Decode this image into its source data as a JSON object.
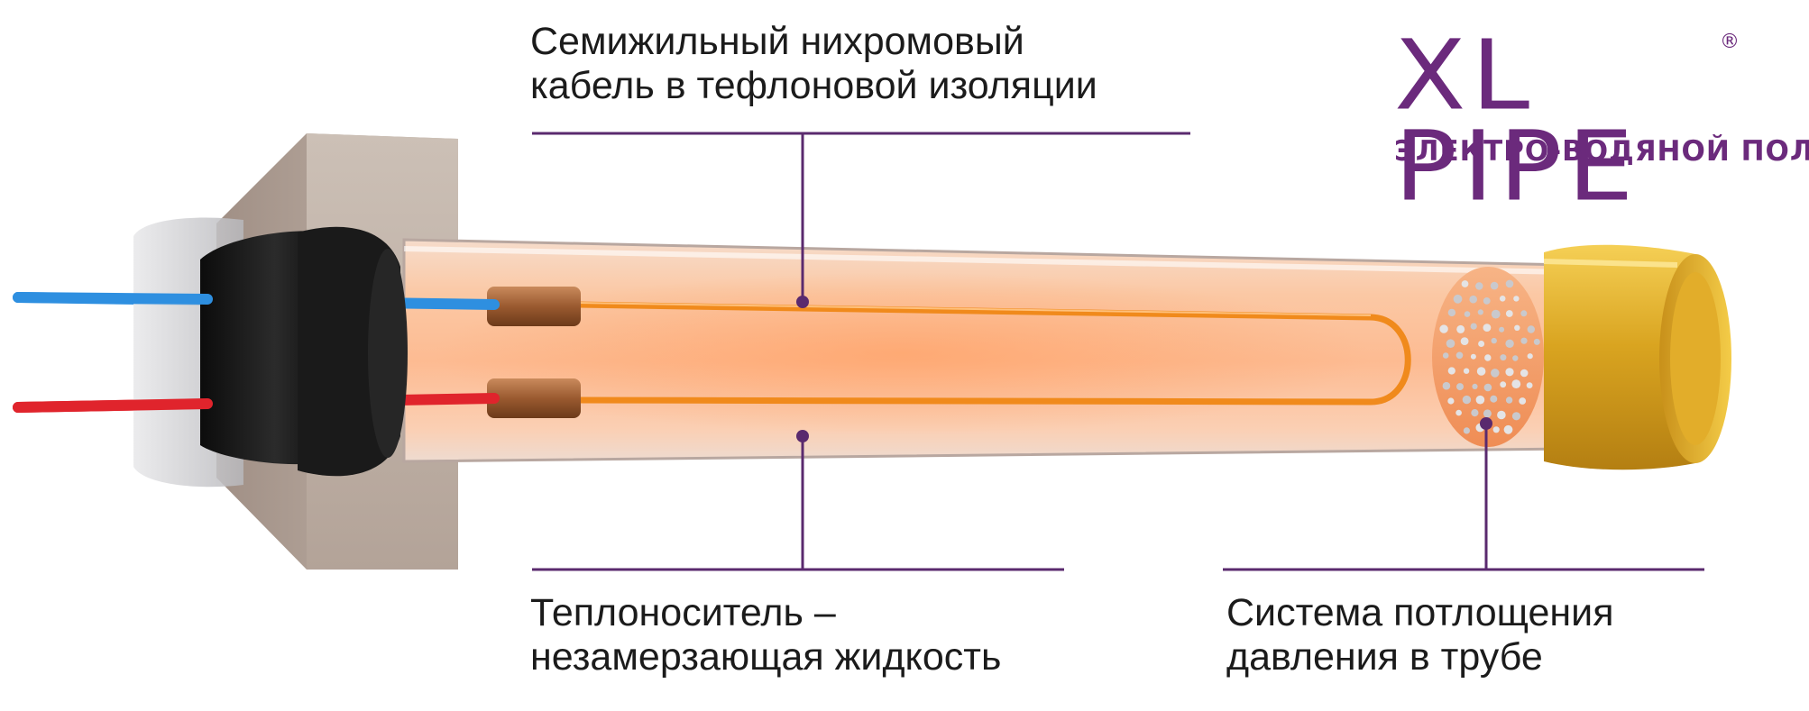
{
  "labels": {
    "cable": [
      "Семижильный нихромовый",
      "кабель в тефлоновой изоляции"
    ],
    "coolant": [
      "Теплоноситель –",
      "незамерзающая жидкость"
    ],
    "pressure": [
      "Система потлощения",
      "давления в трубе"
    ]
  },
  "logo": {
    "brand": "XL PIPE",
    "registered": "®",
    "tagline": "ЭЛЕКТРО-ВОДЯНОЙ ПОЛ"
  },
  "colors": {
    "accent": "#6b2a7c",
    "callout_line": "#5a2a6e",
    "heating_wire": "#f08a1c",
    "tube_glow": "#fbd2b2",
    "wire_blue": "#2e8fe0",
    "wire_red": "#e0242c",
    "end_cap": "#e3ac24",
    "connector_copper": "#a5643a",
    "wall": "#c6b8ae"
  }
}
